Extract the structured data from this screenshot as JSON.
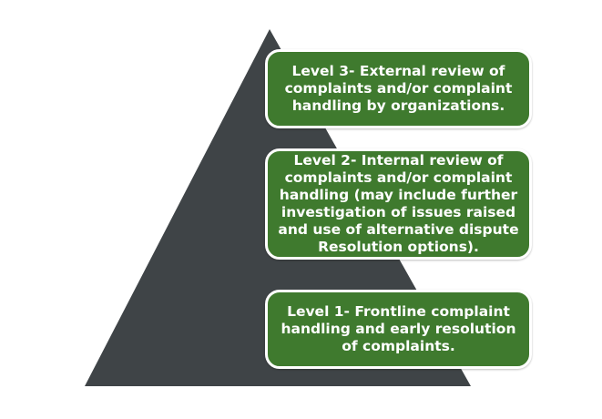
{
  "colors": {
    "pyramid": "#3f4447",
    "box_fill": "#3f7a2e",
    "box_border": "#ffffff",
    "text": "#ffffff"
  },
  "levels": [
    {
      "text": "Level 3- External review of complaints and/or complaint handling by organizations."
    },
    {
      "text": "Level 2- Internal review of complaints and/or complaint handling (may include further investigation of issues raised and use of alternative dispute Resolution options)."
    },
    {
      "text": "Level 1- Frontline complaint handling and early resolution of complaints."
    }
  ]
}
